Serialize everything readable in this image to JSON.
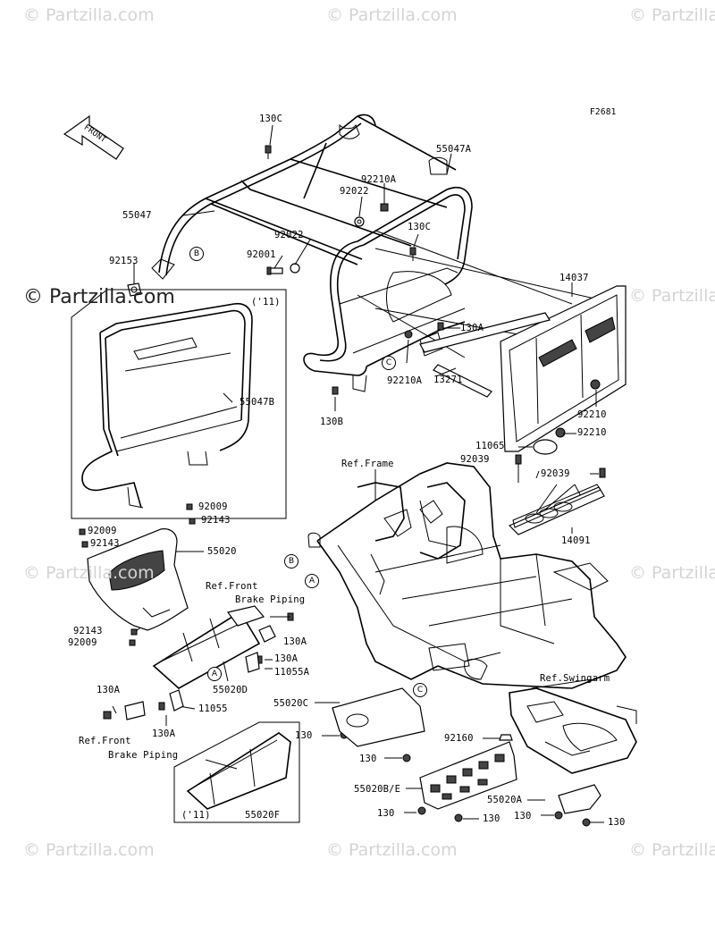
{
  "figure_code": "F2681",
  "front_arrow_label": "FRONT",
  "watermark": {
    "small": "© Partzilla.com",
    "large": "© Partzilla.com"
  },
  "insets": {
    "top_left_year": "('11)",
    "bottom_year": "('11)"
  },
  "callouts": [
    "A",
    "B",
    "C"
  ],
  "part_labels": {
    "p130C_top": "130C",
    "p55047A": "55047A",
    "p92210A_top": "92210A",
    "p92022_a": "92022",
    "p55047": "55047",
    "p92022_b": "92022",
    "p130C_mid": "130C",
    "p92001": "92001",
    "p92153": "92153",
    "p14037": "14037",
    "p130A_a": "130A",
    "p92210A_low": "92210A",
    "p13271": "13271",
    "p130B": "130B",
    "p92210_a": "92210",
    "p92210_b": "92210",
    "p55047B": "55047B",
    "p11065": "11065",
    "p92039_a": "92039",
    "p92039_b": "92039",
    "p14091": "14091",
    "p92009_a": "92009",
    "p92143_a": "92143",
    "p92009_b": "92009",
    "p92143_b": "92143",
    "p55020": "55020",
    "p92143_c": "92143",
    "p92009_c": "92009",
    "p130A_b": "130A",
    "p130A_c": "130A",
    "p11055A": "11055A",
    "p55020D": "55020D",
    "p130A_d": "130A",
    "p11055": "11055",
    "p130A_e": "130A",
    "p55020C": "55020C",
    "p130_a": "130",
    "p130_b": "130",
    "p92160": "92160",
    "p55020BE": "55020B/E",
    "p55020A": "55020A",
    "p130_c": "130",
    "p130_d": "130",
    "p130_e": "130",
    "p130_f": "130",
    "p55020F": "55020F"
  },
  "references": {
    "frame": "Ref.Frame",
    "front_brake_1a": "Ref.Front",
    "front_brake_1b": "Brake Piping",
    "front_brake_2a": "Ref.Front",
    "front_brake_2b": "Brake Piping",
    "swingarm": "Ref.Swingarm"
  }
}
